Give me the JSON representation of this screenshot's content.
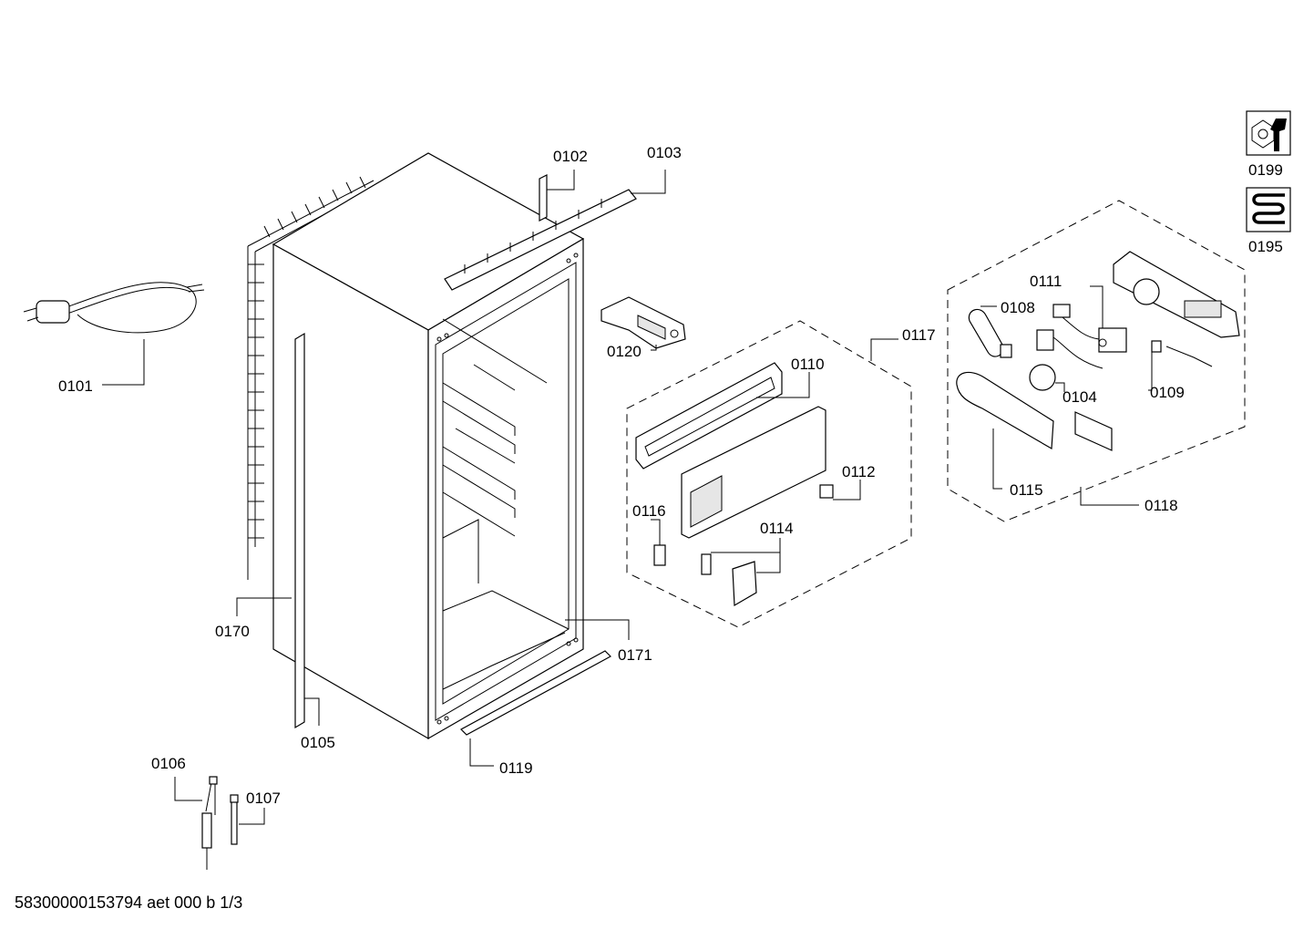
{
  "labels": {
    "p0101": "0101",
    "p0102": "0102",
    "p0103": "0103",
    "p0104": "0104",
    "p0105": "0105",
    "p0106": "0106",
    "p0107": "0107",
    "p0108": "0108",
    "p0109": "0109",
    "p0110": "0110",
    "p0111": "0111",
    "p0112": "0112",
    "p0114": "0114",
    "p0115": "0115",
    "p0116": "0116",
    "p0117": "0117",
    "p0118": "0118",
    "p0119": "0119",
    "p0120": "0120",
    "p0170": "0170",
    "p0171": "0171",
    "p0195": "0195",
    "p0199": "0199"
  },
  "footer": "58300000153794 aet 000 b 1/3",
  "icons": {
    "service": "wrench-nut-icon",
    "heating": "heating-coil-icon"
  }
}
